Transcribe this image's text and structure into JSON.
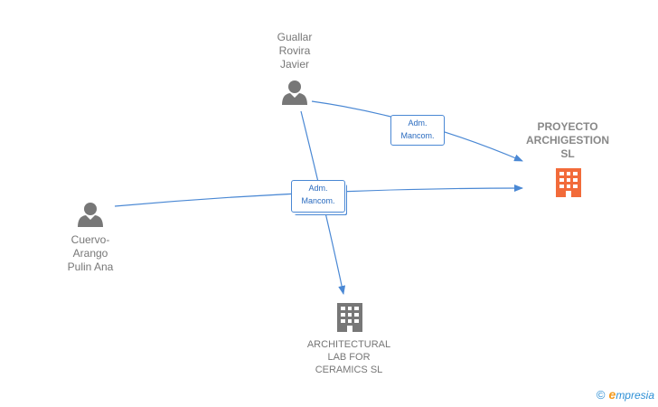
{
  "nodes": {
    "guallar": {
      "label": "Guallar\nRovira\nJavier"
    },
    "cuervo": {
      "label": "Cuervo-\nArango\nPulin Ana"
    },
    "proyecto": {
      "label": "PROYECTO\nARCHIGESTION\nSL"
    },
    "architectural": {
      "label": "ARCHITECTURAL\nLAB FOR\nCERAMICS  SL"
    }
  },
  "edges": {
    "guallar_proyecto": {
      "label": "Adm.\nMancom."
    },
    "shared": {
      "label": "Adm.\nMancom."
    }
  },
  "colors": {
    "edge": "#4a88d4",
    "person_icon": "#777777",
    "company_icon": "#777777",
    "highlight_company_icon": "#f26b3a"
  },
  "brand": {
    "copyright": "©",
    "e": "e",
    "rest": "mpresia"
  }
}
